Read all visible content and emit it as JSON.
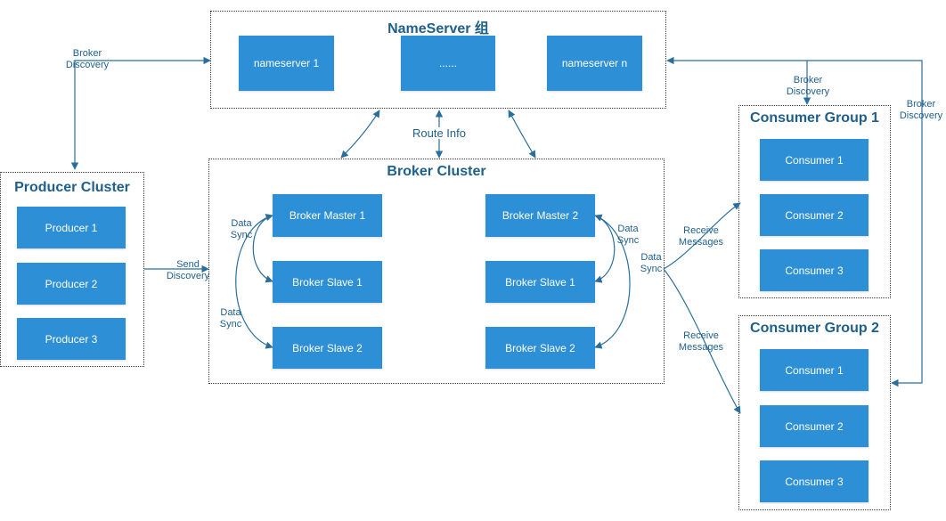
{
  "nameserver_group": {
    "title": "NameServer 组",
    "nodes": [
      "nameserver 1",
      "......",
      "nameserver n"
    ]
  },
  "broker_cluster": {
    "title": "Broker Cluster",
    "masters": [
      "Broker Master 1",
      "Broker Master 2"
    ],
    "slaves_left": [
      "Broker Slave 1",
      "Broker Slave 2"
    ],
    "slaves_right": [
      "Broker Slave 1",
      "Broker Slave 2"
    ]
  },
  "producer_cluster": {
    "title": "Producer Cluster",
    "producers": [
      "Producer 1",
      "Producer 2",
      "Producer 3"
    ]
  },
  "consumer_group_1": {
    "title": "Consumer Group 1",
    "consumers": [
      "Consumer 1",
      "Consumer 2",
      "Consumer 3"
    ]
  },
  "consumer_group_2": {
    "title": "Consumer Group 2",
    "consumers": [
      "Consumer 1",
      "Consumer 2",
      "Consumer 3"
    ]
  },
  "labels": {
    "broker_discovery_left": "Broker\nDiscovery",
    "broker_discovery_right_top": "Broker\nDiscovery",
    "broker_discovery_right_far": "Broker\nDiscovery",
    "route_info": "Route Info",
    "send_discovery": "Send\nDiscovery",
    "data_sync_1": "Data\nSync",
    "data_sync_2": "Data\nSync",
    "data_sync_3": "Data\nSync",
    "data_sync_4": "Data\nSync",
    "receive_messages_1": "Receive\nMessages",
    "receive_messages_2": "Receive\nMessages"
  },
  "colors": {
    "box": "#2d8fd5",
    "text": "#1f5f8b",
    "arrow": "#2a6f9c"
  }
}
